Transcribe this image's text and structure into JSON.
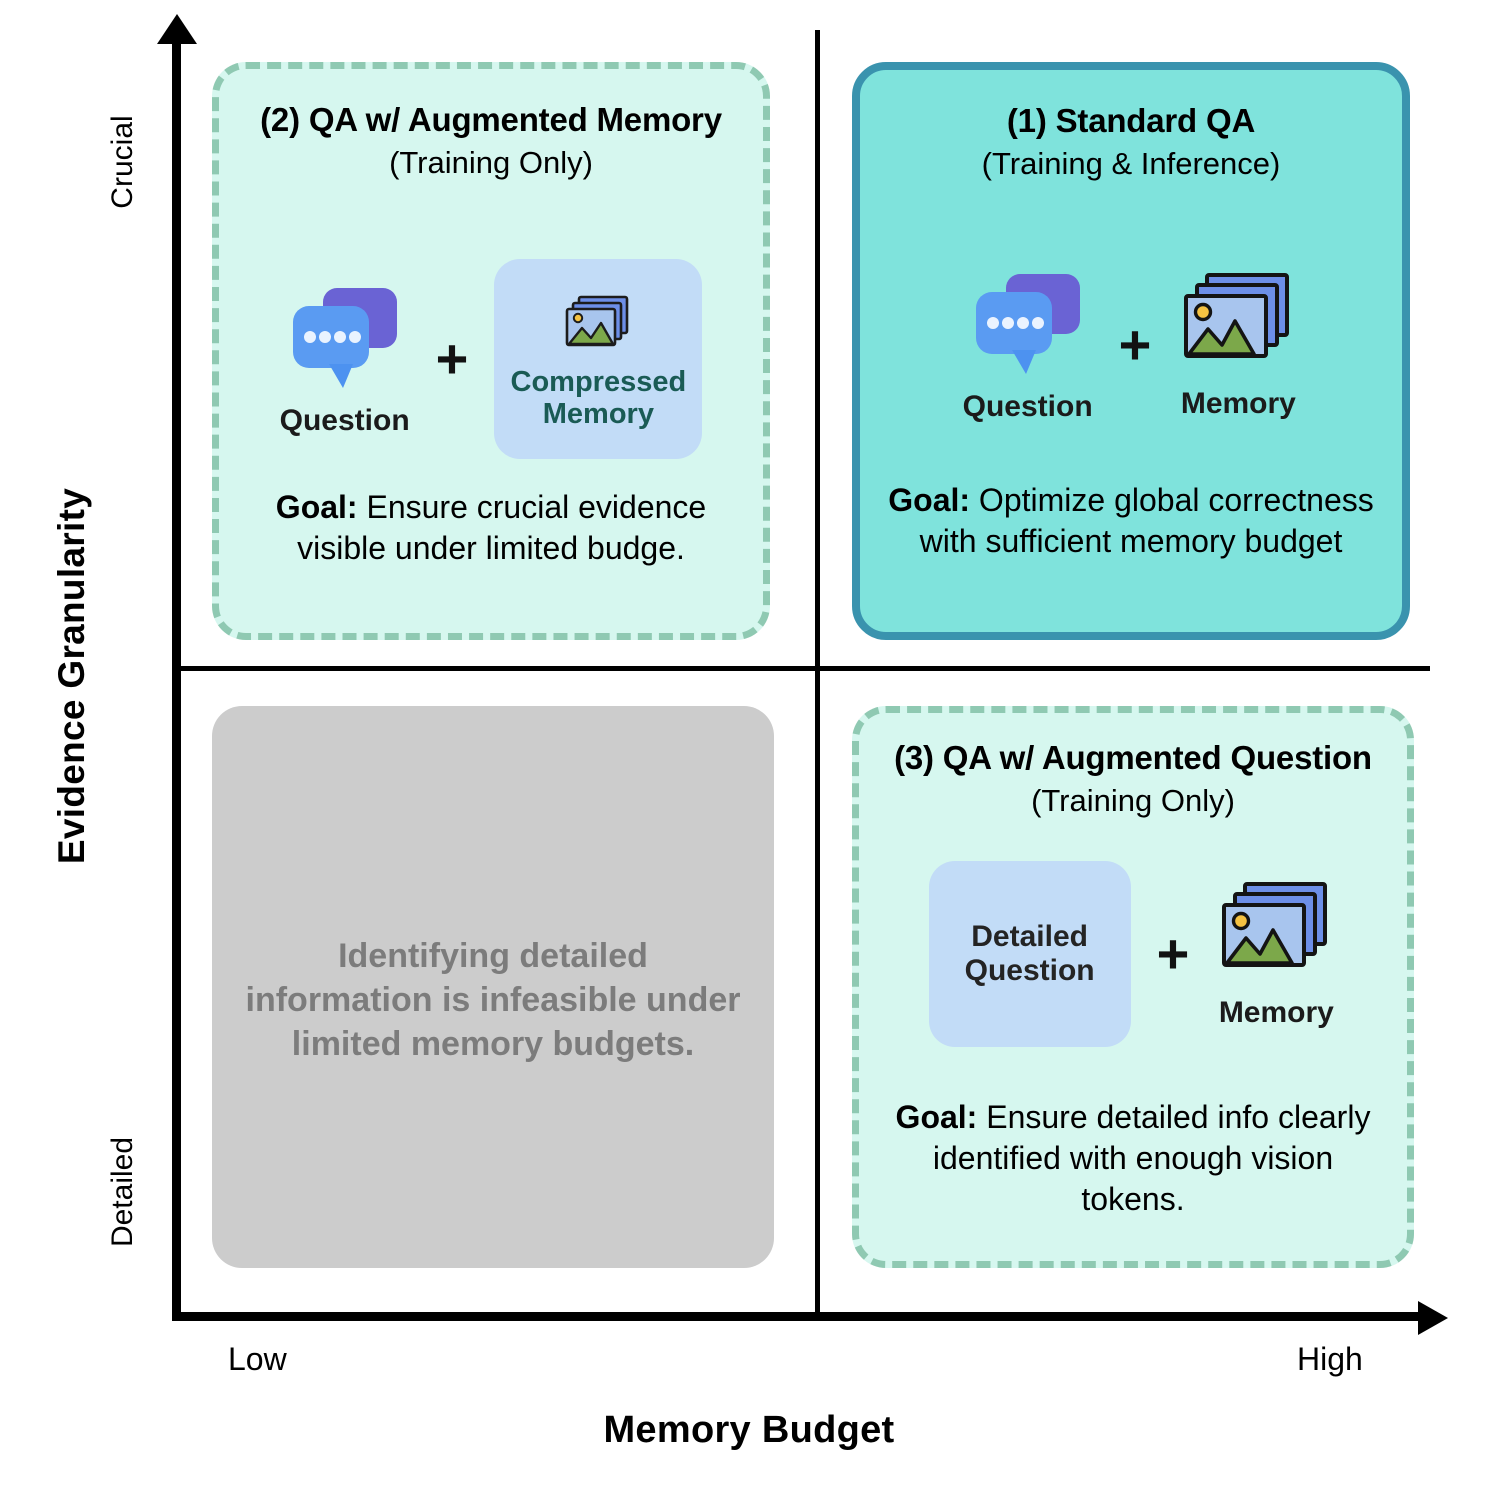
{
  "diagram": {
    "axes": {
      "y_label": "Evidence Granularity",
      "y_tick_top": "Crucial",
      "y_tick_bottom": "Detailed",
      "x_label": "Memory Budget",
      "x_tick_left": "Low",
      "x_tick_right": "High"
    },
    "colors": {
      "solid_card_fill": "#7fe3dc",
      "solid_card_border": "#3a93ae",
      "dashed_card_fill": "#d6f7ef",
      "dashed_card_border": "#8fc9b2",
      "gray_card_fill": "#cccccc",
      "gray_text": "#7c7c7c",
      "chip_fill": "#c2dcf7",
      "compressed_label": "#1a5b55"
    },
    "quadrants": {
      "q1": {
        "title": "(1) Standard QA",
        "subtitle": "(Training & Inference)",
        "items": [
          {
            "label": "Question",
            "icon": "chat-bubbles-icon"
          },
          {
            "label": "Memory",
            "icon": "image-stack-icon"
          }
        ],
        "operator": "+",
        "goal_prefix": "Goal:",
        "goal_text": " Optimize global correctness with sufficient memory budget"
      },
      "q2": {
        "title": "(2) QA w/ Augmented Memory",
        "subtitle": "(Training Only)",
        "items": [
          {
            "label": "Question",
            "icon": "chat-bubbles-icon"
          },
          {
            "label": "Compressed\nMemory",
            "label_line1": "Compressed",
            "label_line2": "Memory",
            "icon": "image-stack-small-icon"
          }
        ],
        "operator": "+",
        "goal_prefix": "Goal:",
        "goal_text": " Ensure crucial evidence visible under limited budge."
      },
      "q3": {
        "title": "(3) QA w/ Augmented Question",
        "subtitle": "(Training Only)",
        "items": [
          {
            "label_line1": "Detailed",
            "label_line2": "Question",
            "icon": "text-chip"
          },
          {
            "label": "Memory",
            "icon": "image-stack-icon"
          }
        ],
        "operator": "+",
        "goal_prefix": "Goal:",
        "goal_text": " Ensure detailed info clearly identified with enough vision tokens."
      },
      "q4": {
        "text": "Identifying detailed information is infeasible under limited memory budgets."
      }
    }
  }
}
